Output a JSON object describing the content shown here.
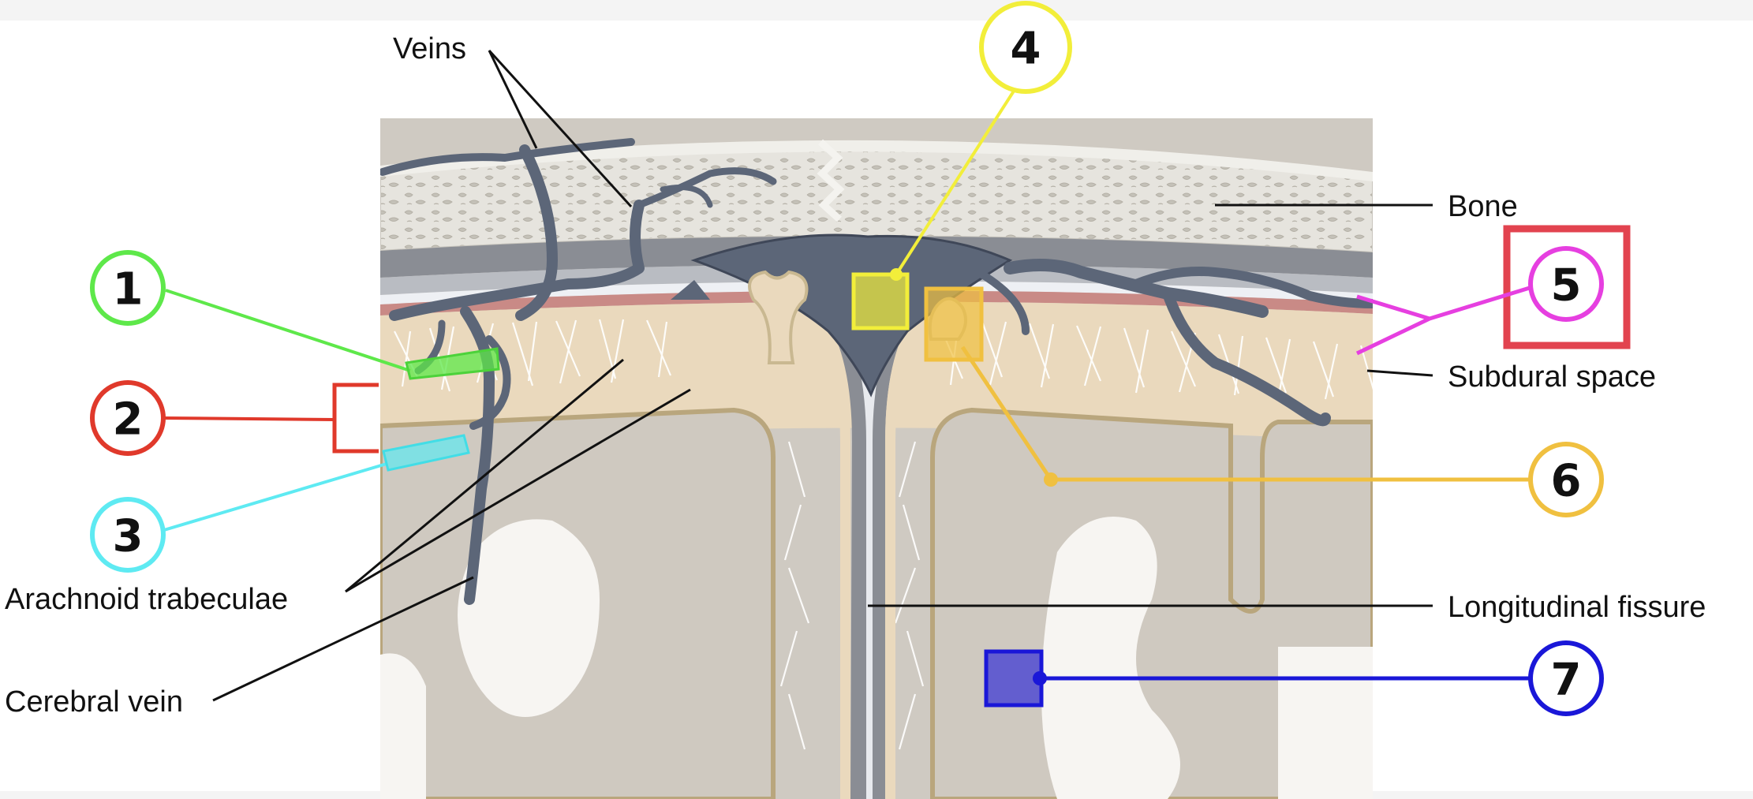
{
  "labels": {
    "veins": "Veins",
    "bone": "Bone",
    "subdural_space": "Subdural space",
    "arachnoid_trabeculae": "Arachnoid trabeculae",
    "cerebral_vein": "Cerebral vein",
    "longitudinal_fissure": "Longitudinal fissure"
  },
  "markers": [
    {
      "id": "1",
      "color": "#5ee84a"
    },
    {
      "id": "2",
      "color": "#e0392b"
    },
    {
      "id": "3",
      "color": "#5eeaf2"
    },
    {
      "id": "4",
      "color": "#f2ee3a"
    },
    {
      "id": "5",
      "color": "#e63fe0"
    },
    {
      "id": "6",
      "color": "#f0c040"
    },
    {
      "id": "7",
      "color": "#1a17d8"
    }
  ],
  "colors": {
    "bone": "#dcdad4",
    "vein": "#5c6678",
    "gray_matter": "#d4cfc7",
    "arachnoid": "#e9ddc4",
    "highlight_box_5": "#e2434f"
  }
}
